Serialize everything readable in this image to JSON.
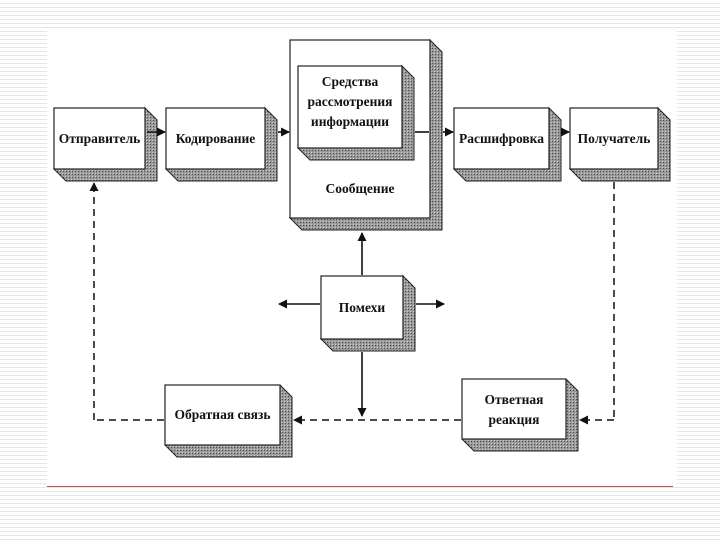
{
  "diagram": {
    "sender": "Отправитель",
    "encoding": "Кодирование",
    "means_line1": "Средства",
    "means_line2": "рассмотрения",
    "means_line3": "информации",
    "message": "Сообщение",
    "decoding": "Расшифровка",
    "receiver": "Получатель",
    "noise": "Помехи",
    "feedback": "Обратная связь",
    "response_line1": "Ответная",
    "response_line2": "реакция"
  }
}
